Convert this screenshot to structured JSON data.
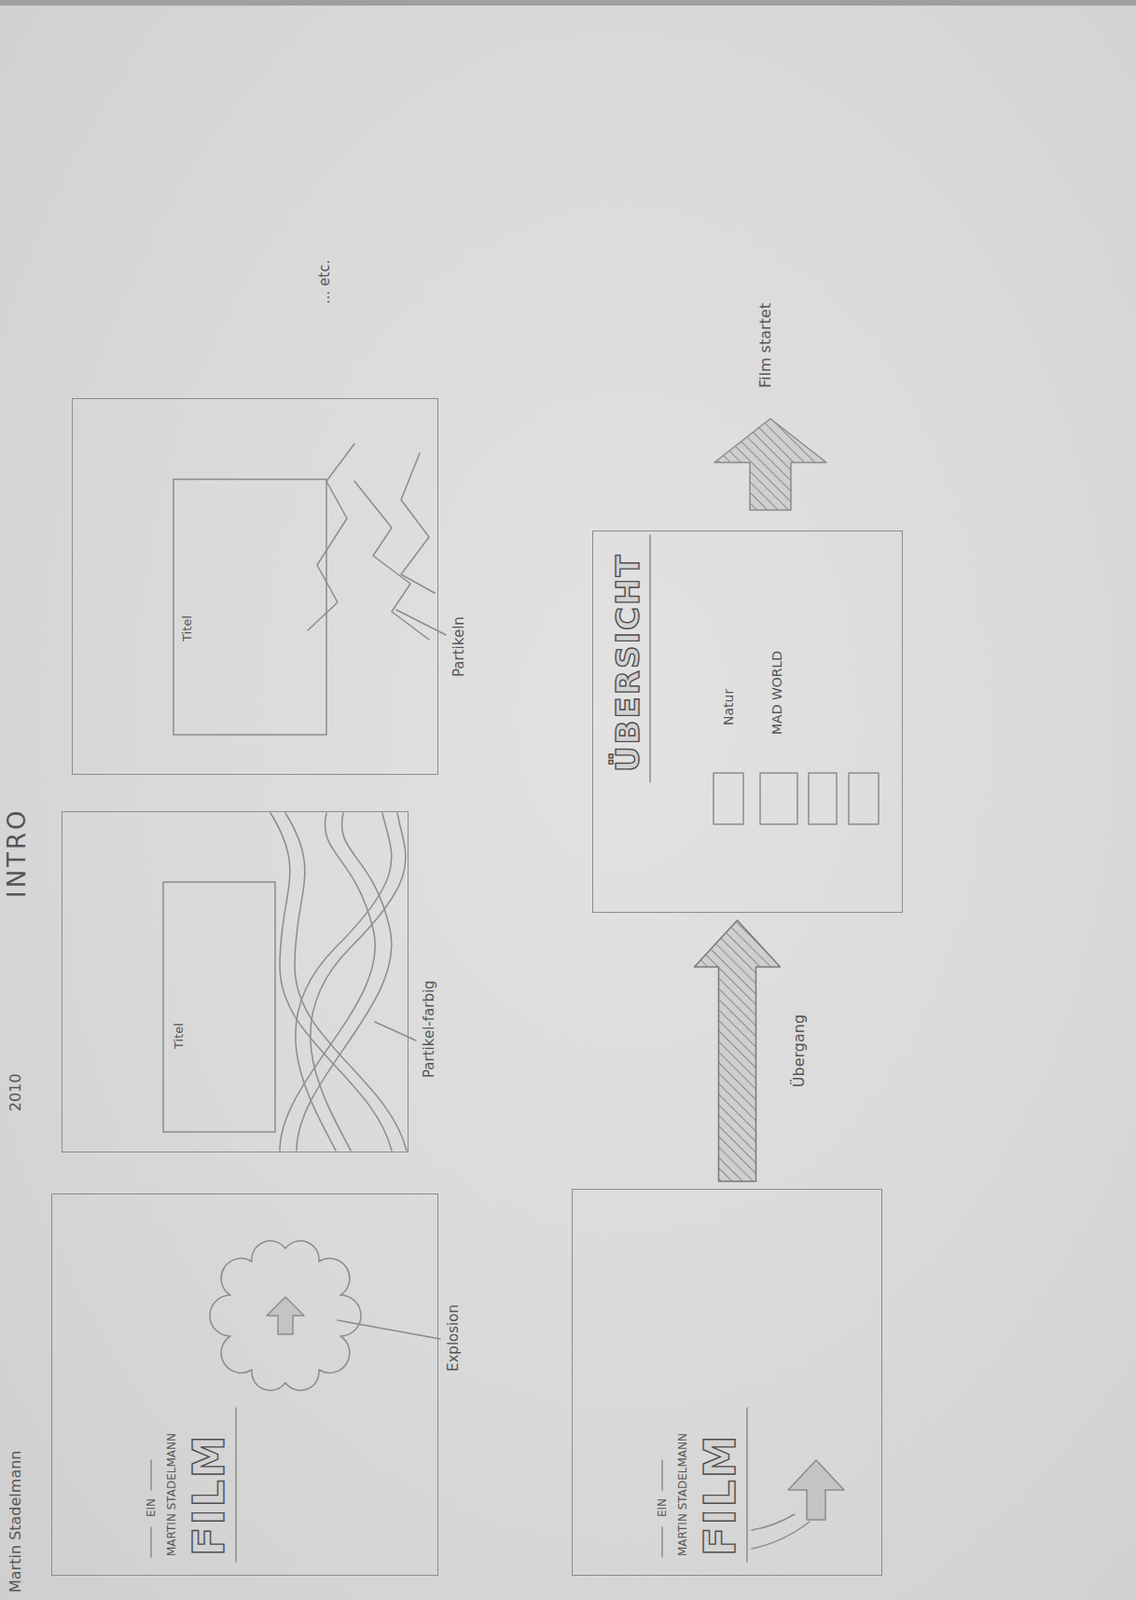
{
  "diagram": {
    "title": "INTRO",
    "nodes": [
      {
        "text": [
          "EIN",
          "MARTIN STADELMANN",
          "FILM"
        ]
      },
      {
        "text": [
          "Titel"
        ]
      },
      {
        "text": [
          "Titel"
        ]
      },
      {
        "text": [
          "EIN",
          "MARTIN STADELMANN",
          "FILM"
        ]
      },
      {
        "text": [
          "ÜBERSICHT",
          "Natur",
          "MAD WORLD"
        ]
      }
    ],
    "edges": [
      {
        "from": 3,
        "to": 4,
        "arrow": "to",
        "label": "Übergang"
      }
    ],
    "labels": [
      "Martin Stadelmann",
      "2010",
      "Explosion",
      "Partikel-farbig",
      "Partikeln",
      "... etc.",
      "Film startet"
    ]
  }
}
